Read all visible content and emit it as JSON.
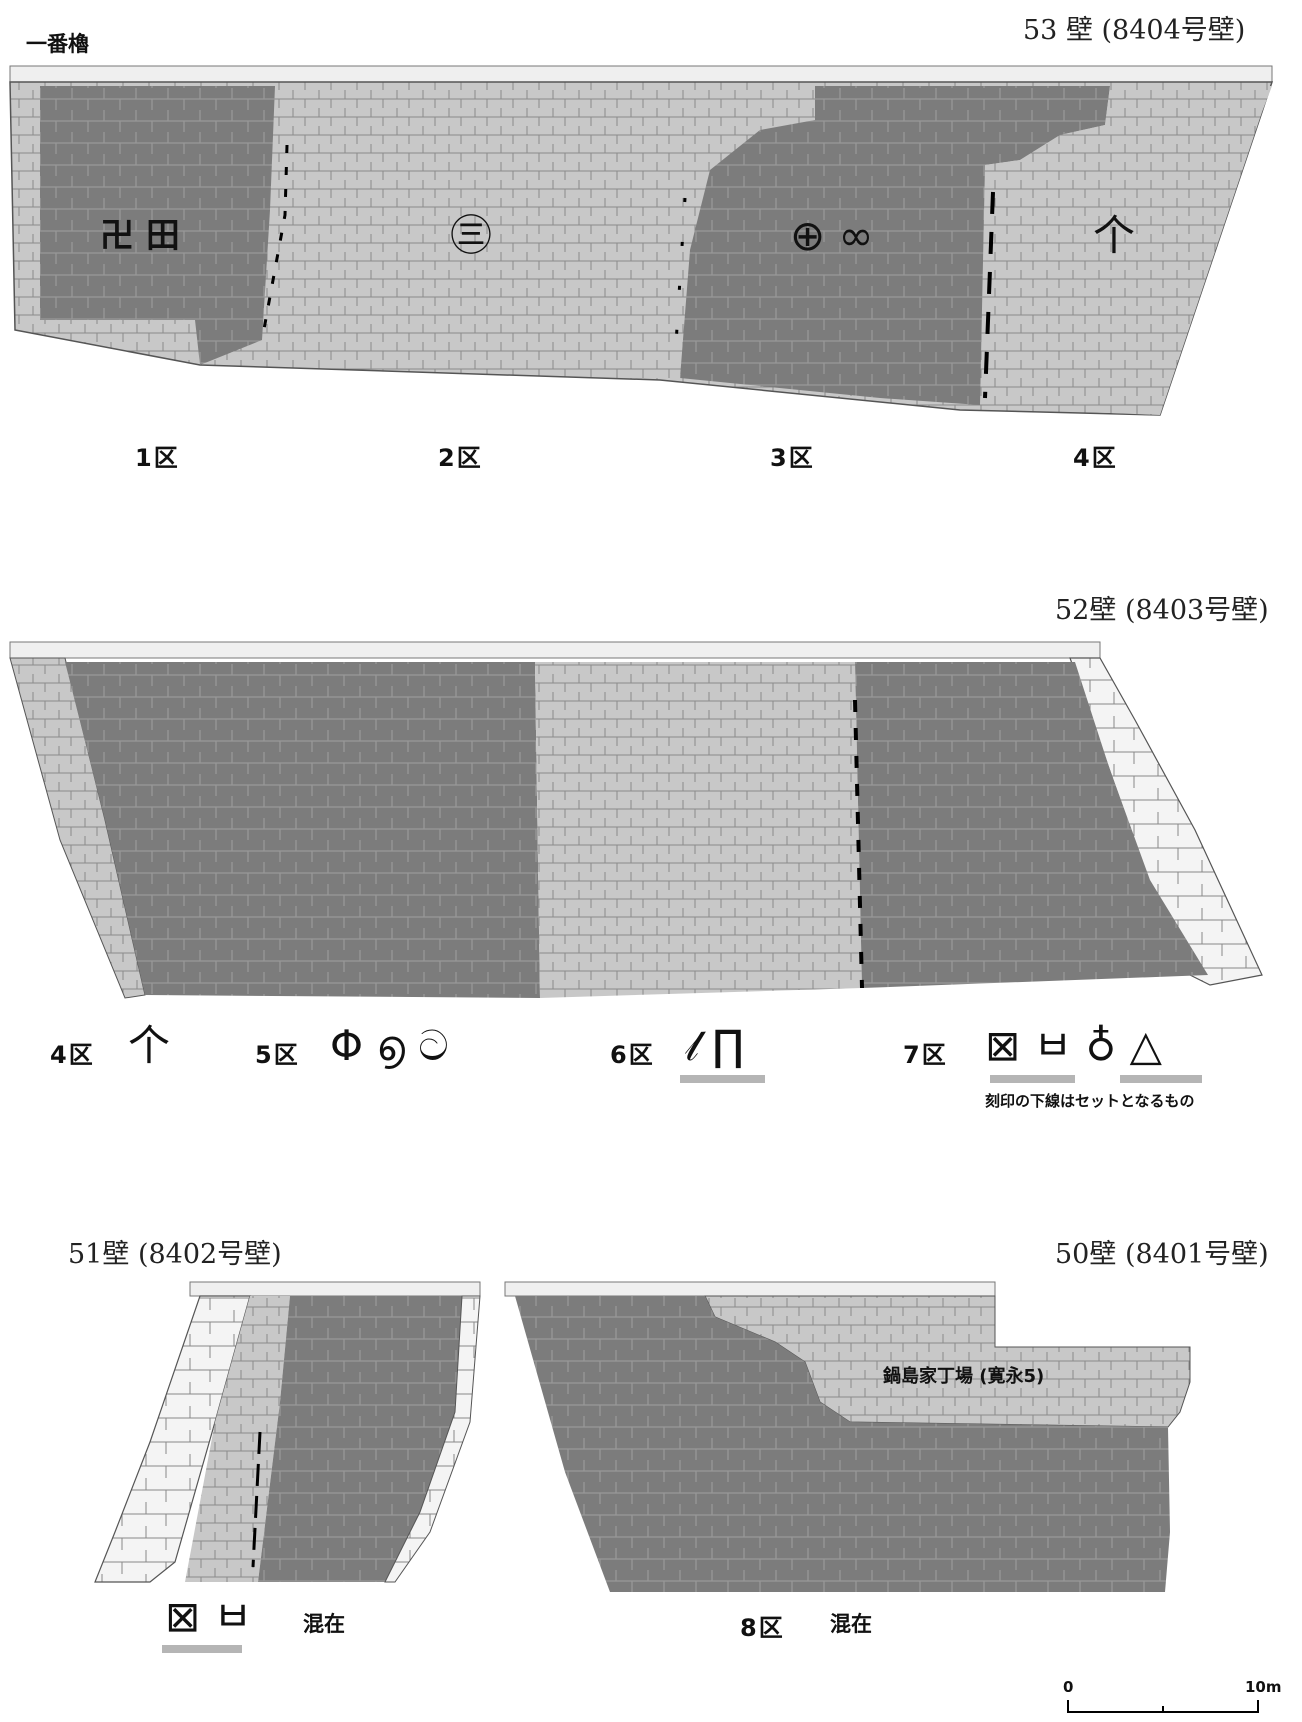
{
  "header": {
    "tower_label": "一番櫓"
  },
  "wall53": {
    "title": "53 壁 (8404号壁)",
    "zones": [
      "1区",
      "2区",
      "3区",
      "4区"
    ],
    "marks": {
      "z1": "卍 田",
      "z2": "㊂",
      "z3": "⊕ ∞",
      "z4": "个"
    }
  },
  "wall52": {
    "title": "52壁 (8403号壁)",
    "zones": [
      {
        "label": "4区",
        "marks": "个"
      },
      {
        "label": "5区",
        "marks": "Φ ൭ ට"
      },
      {
        "label": "6区",
        "marks": "𝓁 ∏"
      },
      {
        "label": "7区",
        "marks": "⊠ ㅂ  ♁ △"
      }
    ],
    "note": "刻印の下線はセットとなるもの"
  },
  "wall51": {
    "title": "51壁 (8402号壁)",
    "marks": "⊠ ㅂ",
    "mixed": "混在"
  },
  "wall50": {
    "title": "50壁 (8401号壁)",
    "inner_label": "鍋島家丁場 (寛永5)",
    "zone": "8区",
    "mixed": "混在"
  },
  "scale": {
    "start": "0",
    "end": "10m"
  },
  "colors": {
    "dark": "#7c7c7c",
    "light": "#cbcbcb",
    "lighter": "#e3e3e3",
    "outline": "#555555",
    "underline": "#b5b5b5"
  }
}
